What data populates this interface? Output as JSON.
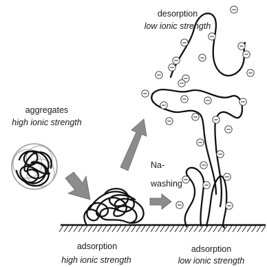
{
  "labels": {
    "desorption": "desorption",
    "desorption_condition": "low ionic strength",
    "aggregates": "aggregates",
    "aggregates_condition": "high ionic strength",
    "washing_line1": "Na-",
    "washing_line2": "washing",
    "adsorption_left": "adsorption",
    "adsorption_left_condition": "high ionic strength",
    "adsorption_right": "adsorption",
    "adsorption_right_condition": "low ionic strength"
  },
  "symbols": {
    "negative_charge": "⊖"
  },
  "colors": {
    "arrow_fill": "#8c8c8c",
    "polymer_stroke": "#111111",
    "aggregate_circle": "#9a9a9a"
  }
}
